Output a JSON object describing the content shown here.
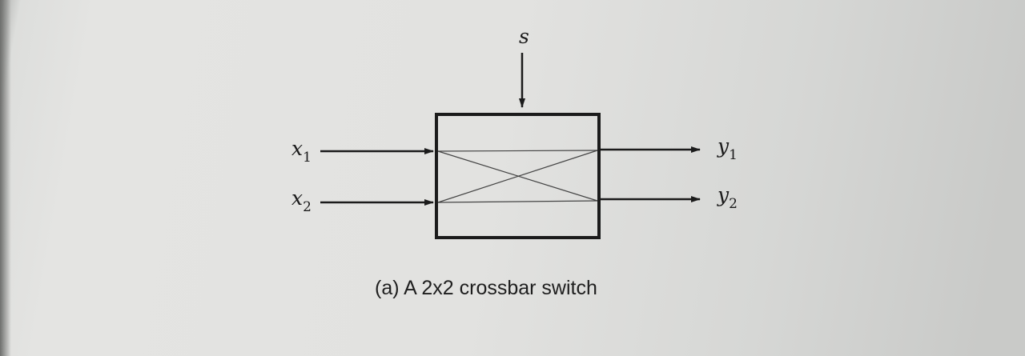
{
  "diagram": {
    "control_input": "s",
    "inputs": [
      {
        "var": "x",
        "sub": "1"
      },
      {
        "var": "x",
        "sub": "2"
      }
    ],
    "outputs": [
      {
        "var": "y",
        "sub": "1"
      },
      {
        "var": "y",
        "sub": "2"
      }
    ],
    "caption": "(a) A 2x2 crossbar switch"
  },
  "colors": {
    "ink": "#1b1b1b",
    "paper": "#e2e2e0"
  }
}
